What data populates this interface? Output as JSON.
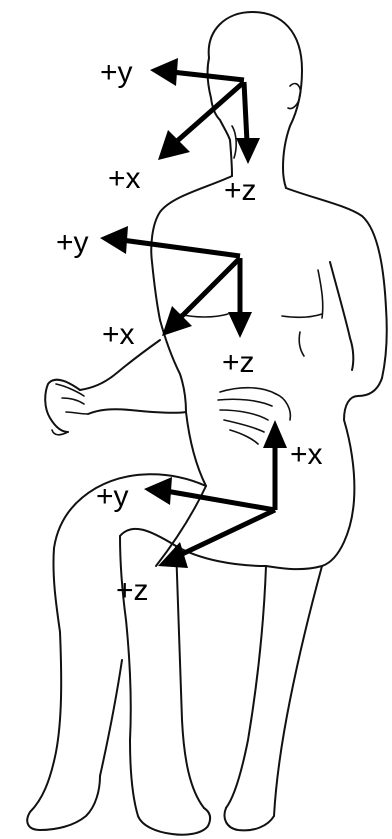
{
  "figure": {
    "frames": [
      {
        "name": "head",
        "axes": [
          {
            "label": "+y"
          },
          {
            "label": "+x"
          },
          {
            "label": "+z"
          }
        ]
      },
      {
        "name": "chest",
        "axes": [
          {
            "label": "+y"
          },
          {
            "label": "+x"
          },
          {
            "label": "+z"
          }
        ]
      },
      {
        "name": "thigh",
        "axes": [
          {
            "label": "+x"
          },
          {
            "label": "+y"
          },
          {
            "label": "+z"
          }
        ]
      }
    ]
  }
}
